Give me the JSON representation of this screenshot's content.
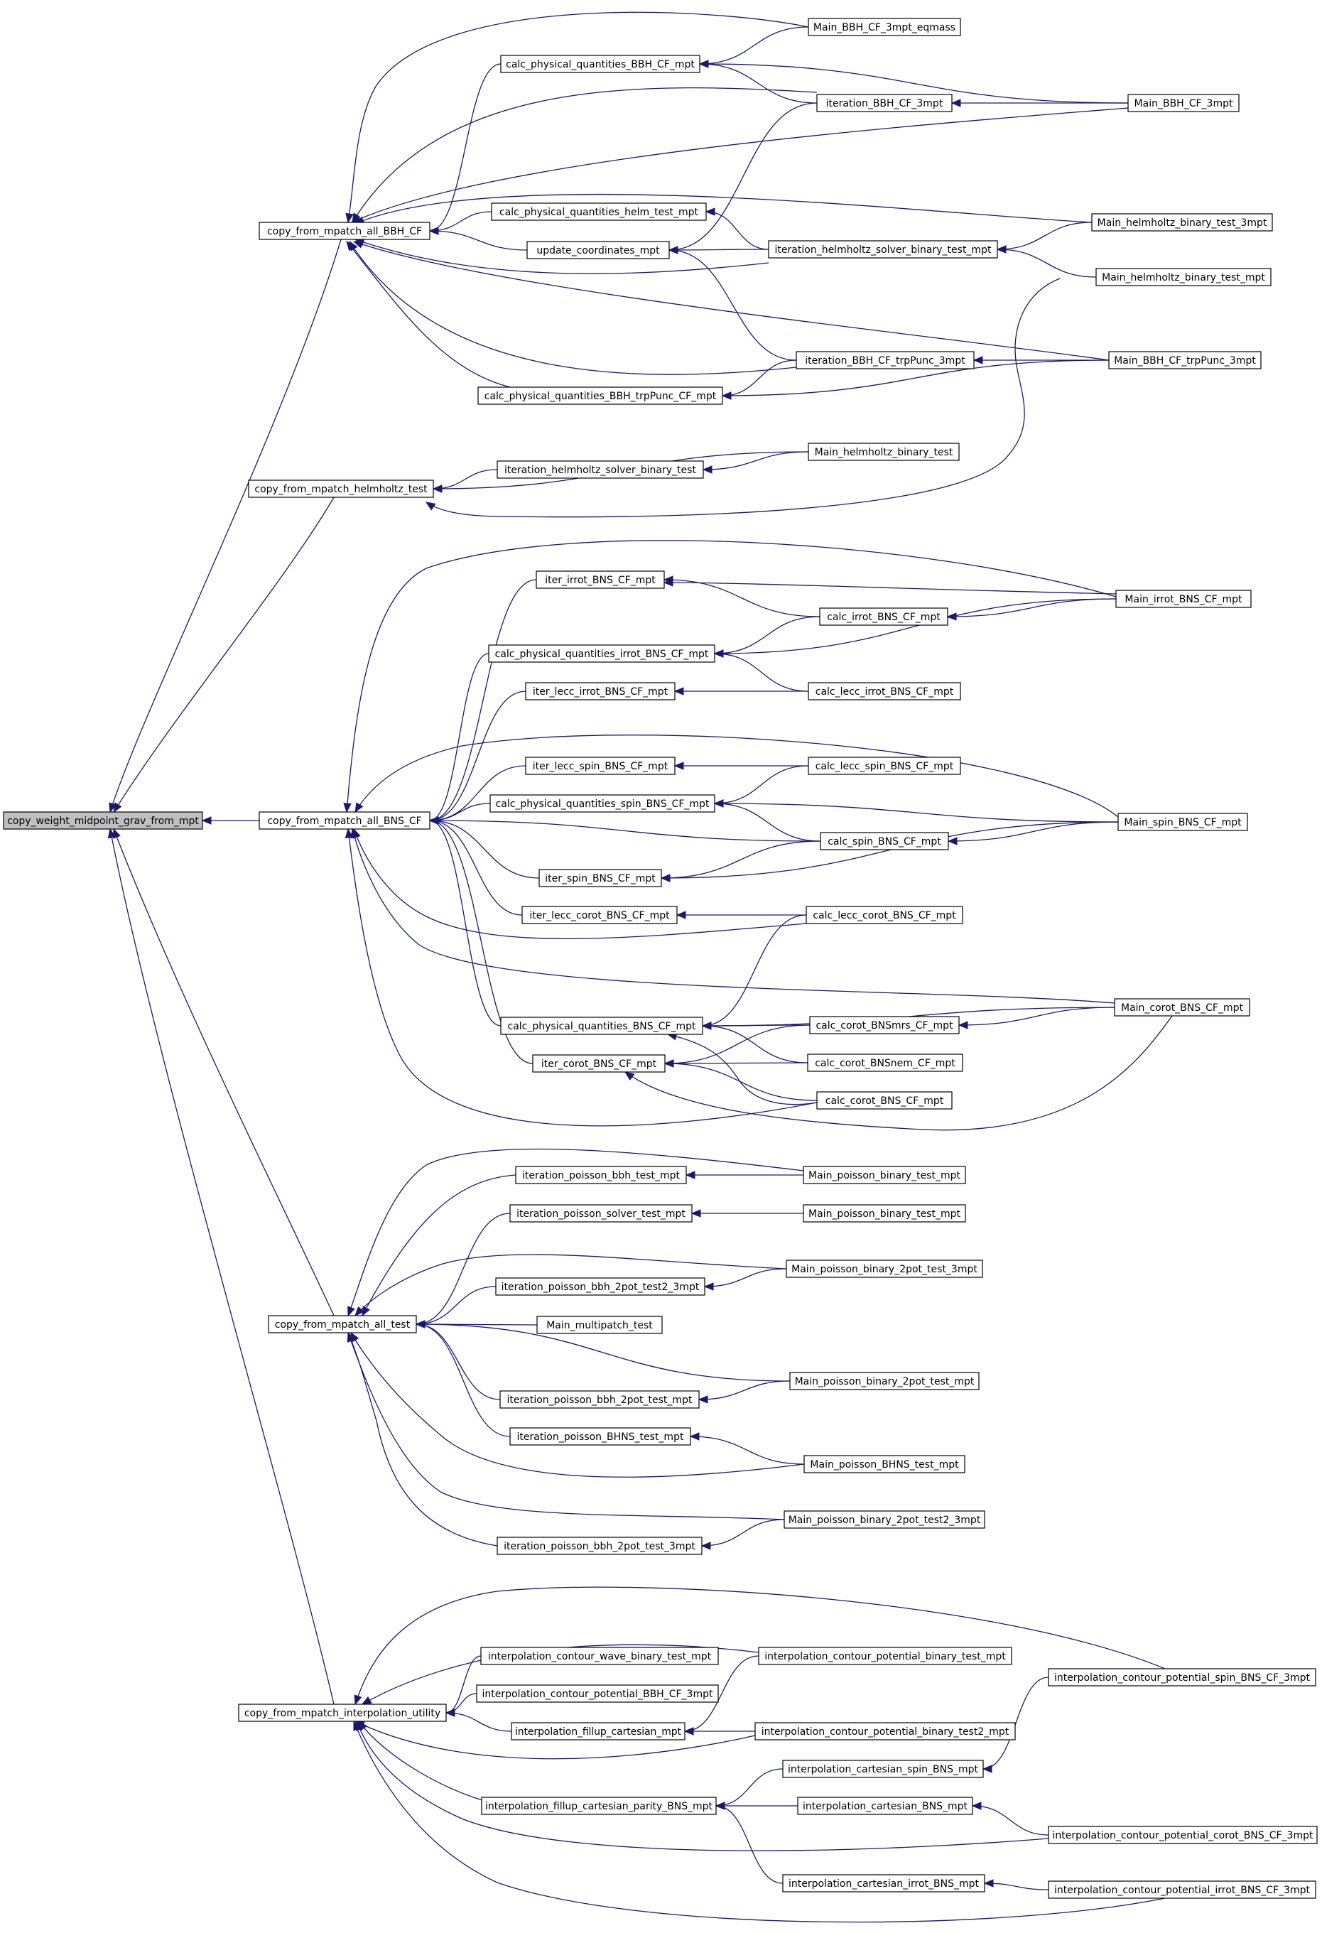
{
  "diagram": {
    "type": "call-graph",
    "orientation": "right-to-left",
    "edge_color": "#191970",
    "root_fill": "#bfbfbf",
    "node_fill": "#ffffff",
    "nodes": [
      {
        "id": "root",
        "label": "copy_weight_midpoint_grav_from_mpt"
      },
      {
        "id": "c_bbh",
        "label": "copy_from_mpatch_all_BBH_CF"
      },
      {
        "id": "c_helm",
        "label": "copy_from_mpatch_helmholtz_test"
      },
      {
        "id": "c_bns",
        "label": "copy_from_mpatch_all_BNS_CF"
      },
      {
        "id": "c_test",
        "label": "copy_from_mpatch_all_test"
      },
      {
        "id": "c_interp",
        "label": "copy_from_mpatch_interpolation_utility"
      },
      {
        "id": "cpq_bbh",
        "label": "calc_physical_quantities_BBH_CF_mpt"
      },
      {
        "id": "cpq_helm",
        "label": "calc_physical_quantities_helm_test_mpt"
      },
      {
        "id": "upd",
        "label": "update_coordinates_mpt"
      },
      {
        "id": "cpq_trp",
        "label": "calc_physical_quantities_BBH_trpPunc_CF_mpt"
      },
      {
        "id": "m_eqmass",
        "label": "Main_BBH_CF_3mpt_eqmass"
      },
      {
        "id": "it_bbh3",
        "label": "iteration_BBH_CF_3mpt"
      },
      {
        "id": "m_bbh3",
        "label": "Main_BBH_CF_3mpt"
      },
      {
        "id": "m_helm3",
        "label": "Main_helmholtz_binary_test_3mpt"
      },
      {
        "id": "it_helm_mpt",
        "label": "iteration_helmholtz_solver_binary_test_mpt"
      },
      {
        "id": "m_helm_mpt",
        "label": "Main_helmholtz_binary_test_mpt"
      },
      {
        "id": "it_trp",
        "label": "iteration_BBH_CF_trpPunc_3mpt"
      },
      {
        "id": "m_trp",
        "label": "Main_BBH_CF_trpPunc_3mpt"
      },
      {
        "id": "it_helm",
        "label": "iteration_helmholtz_solver_binary_test"
      },
      {
        "id": "m_helm",
        "label": "Main_helmholtz_binary_test"
      },
      {
        "id": "iter_irrot",
        "label": "iter_irrot_BNS_CF_mpt"
      },
      {
        "id": "calc_irrot",
        "label": "calc_irrot_BNS_CF_mpt"
      },
      {
        "id": "m_irrot",
        "label": "Main_irrot_BNS_CF_mpt"
      },
      {
        "id": "cpq_irrot",
        "label": "calc_physical_quantities_irrot_BNS_CF_mpt"
      },
      {
        "id": "iter_lecc_irrot",
        "label": "iter_lecc_irrot_BNS_CF_mpt"
      },
      {
        "id": "calc_lecc_irrot",
        "label": "calc_lecc_irrot_BNS_CF_mpt"
      },
      {
        "id": "iter_lecc_spin",
        "label": "iter_lecc_spin_BNS_CF_mpt"
      },
      {
        "id": "calc_lecc_spin",
        "label": "calc_lecc_spin_BNS_CF_mpt"
      },
      {
        "id": "cpq_spin",
        "label": "calc_physical_quantities_spin_BNS_CF_mpt"
      },
      {
        "id": "calc_spin",
        "label": "calc_spin_BNS_CF_mpt"
      },
      {
        "id": "m_spin",
        "label": "Main_spin_BNS_CF_mpt"
      },
      {
        "id": "iter_spin",
        "label": "iter_spin_BNS_CF_mpt"
      },
      {
        "id": "iter_lecc_corot",
        "label": "iter_lecc_corot_BNS_CF_mpt"
      },
      {
        "id": "calc_lecc_corot",
        "label": "calc_lecc_corot_BNS_CF_mpt"
      },
      {
        "id": "cpq_bns",
        "label": "calc_physical_quantities_BNS_CF_mpt"
      },
      {
        "id": "calc_corot_mrs",
        "label": "calc_corot_BNSmrs_CF_mpt"
      },
      {
        "id": "m_corot",
        "label": "Main_corot_BNS_CF_mpt"
      },
      {
        "id": "iter_corot",
        "label": "iter_corot_BNS_CF_mpt"
      },
      {
        "id": "calc_corot_nem",
        "label": "calc_corot_BNSnem_CF_mpt"
      },
      {
        "id": "calc_corot",
        "label": "calc_corot_BNS_CF_mpt"
      },
      {
        "id": "it_pbbh",
        "label": "iteration_poisson_bbh_test_mpt"
      },
      {
        "id": "m_pbin_a",
        "label": "Main_poisson_binary_test_mpt"
      },
      {
        "id": "it_psolver",
        "label": "iteration_poisson_solver_test_mpt"
      },
      {
        "id": "m_pbin_b",
        "label": "Main_poisson_binary_test_mpt"
      },
      {
        "id": "m_p2pot3",
        "label": "Main_poisson_binary_2pot_test_3mpt"
      },
      {
        "id": "it_p2pot_t2_3",
        "label": "iteration_poisson_bbh_2pot_test2_3mpt"
      },
      {
        "id": "m_multi",
        "label": "Main_multipatch_test"
      },
      {
        "id": "m_p2pot",
        "label": "Main_poisson_binary_2pot_test_mpt"
      },
      {
        "id": "it_p2pot",
        "label": "iteration_poisson_bbh_2pot_test_mpt"
      },
      {
        "id": "it_pbhns",
        "label": "iteration_poisson_BHNS_test_mpt"
      },
      {
        "id": "m_pbhns",
        "label": "Main_poisson_BHNS_test_mpt"
      },
      {
        "id": "m_p2pot_t2_3",
        "label": "Main_poisson_binary_2pot_test2_3mpt"
      },
      {
        "id": "it_p2pot3",
        "label": "iteration_poisson_bbh_2pot_test_3mpt"
      },
      {
        "id": "icw",
        "label": "interpolation_contour_wave_binary_test_mpt"
      },
      {
        "id": "icp_bin",
        "label": "interpolation_contour_potential_binary_test_mpt"
      },
      {
        "id": "icp_spin",
        "label": "interpolation_contour_potential_spin_BNS_CF_3mpt"
      },
      {
        "id": "icp_bbh",
        "label": "interpolation_contour_potential_BBH_CF_3mpt"
      },
      {
        "id": "ifc",
        "label": "interpolation_fillup_cartesian_mpt"
      },
      {
        "id": "icp_bin2",
        "label": "interpolation_contour_potential_binary_test2_mpt"
      },
      {
        "id": "ic_spin",
        "label": "interpolation_cartesian_spin_BNS_mpt"
      },
      {
        "id": "ifcp",
        "label": "interpolation_fillup_cartesian_parity_BNS_mpt"
      },
      {
        "id": "ic_bns",
        "label": "interpolation_cartesian_BNS_mpt"
      },
      {
        "id": "icp_corot",
        "label": "interpolation_contour_potential_corot_BNS_CF_3mpt"
      },
      {
        "id": "ic_irrot",
        "label": "interpolation_cartesian_irrot_BNS_mpt"
      },
      {
        "id": "icp_irrot",
        "label": "interpolation_contour_potential_irrot_BNS_CF_3mpt"
      }
    ],
    "edges": [
      [
        "c_bbh",
        "root"
      ],
      [
        "c_helm",
        "root"
      ],
      [
        "c_bns",
        "root"
      ],
      [
        "c_test",
        "root"
      ],
      [
        "c_interp",
        "root"
      ],
      [
        "cpq_bbh",
        "c_bbh"
      ],
      [
        "cpq_helm",
        "c_bbh"
      ],
      [
        "upd",
        "c_bbh"
      ],
      [
        "cpq_trp",
        "c_bbh"
      ],
      [
        "m_eqmass",
        "c_bbh"
      ],
      [
        "it_bbh3",
        "c_bbh"
      ],
      [
        "m_bbh3",
        "c_bbh"
      ],
      [
        "m_helm3",
        "c_bbh"
      ],
      [
        "it_helm_mpt",
        "c_bbh"
      ],
      [
        "m_trp",
        "c_bbh"
      ],
      [
        "it_trp",
        "c_bbh"
      ],
      [
        "m_eqmass",
        "cpq_bbh"
      ],
      [
        "it_bbh3",
        "cpq_bbh"
      ],
      [
        "m_bbh3",
        "cpq_bbh"
      ],
      [
        "m_bbh3",
        "it_bbh3"
      ],
      [
        "it_helm_mpt",
        "cpq_helm"
      ],
      [
        "it_bbh3",
        "upd"
      ],
      [
        "it_helm_mpt",
        "upd"
      ],
      [
        "it_trp",
        "upd"
      ],
      [
        "m_helm3",
        "it_helm_mpt"
      ],
      [
        "m_helm_mpt",
        "it_helm_mpt"
      ],
      [
        "m_trp",
        "it_trp"
      ],
      [
        "it_trp",
        "cpq_trp"
      ],
      [
        "m_trp",
        "cpq_trp"
      ],
      [
        "it_helm",
        "c_helm"
      ],
      [
        "m_helm",
        "c_helm"
      ],
      [
        "m_helm",
        "it_helm"
      ],
      [
        "m_helm_mpt",
        "c_helm"
      ],
      [
        "iter_irrot",
        "c_bns"
      ],
      [
        "m_irrot",
        "c_bns"
      ],
      [
        "cpq_irrot",
        "c_bns"
      ],
      [
        "iter_lecc_irrot",
        "c_bns"
      ],
      [
        "m_spin",
        "c_bns"
      ],
      [
        "iter_lecc_spin",
        "c_bns"
      ],
      [
        "cpq_spin",
        "c_bns"
      ],
      [
        "calc_spin",
        "c_bns"
      ],
      [
        "iter_spin",
        "c_bns"
      ],
      [
        "iter_lecc_corot",
        "c_bns"
      ],
      [
        "calc_lecc_corot",
        "c_bns"
      ],
      [
        "m_corot",
        "c_bns"
      ],
      [
        "cpq_bns",
        "c_bns"
      ],
      [
        "iter_corot",
        "c_bns"
      ],
      [
        "calc_corot",
        "c_bns"
      ],
      [
        "m_irrot",
        "iter_irrot"
      ],
      [
        "calc_irrot",
        "iter_irrot"
      ],
      [
        "m_irrot",
        "calc_irrot"
      ],
      [
        "calc_irrot",
        "cpq_irrot"
      ],
      [
        "m_irrot",
        "cpq_irrot"
      ],
      [
        "calc_lecc_irrot",
        "cpq_irrot"
      ],
      [
        "calc_lecc_irrot",
        "iter_lecc_irrot"
      ],
      [
        "calc_lecc_spin",
        "iter_lecc_spin"
      ],
      [
        "calc_lecc_spin",
        "cpq_spin"
      ],
      [
        "calc_spin",
        "cpq_spin"
      ],
      [
        "m_spin",
        "cpq_spin"
      ],
      [
        "m_spin",
        "calc_spin"
      ],
      [
        "calc_spin",
        "iter_spin"
      ],
      [
        "m_spin",
        "iter_spin"
      ],
      [
        "calc_lecc_corot",
        "iter_lecc_corot"
      ],
      [
        "calc_lecc_corot",
        "cpq_bns"
      ],
      [
        "calc_corot_mrs",
        "cpq_bns"
      ],
      [
        "m_corot",
        "cpq_bns"
      ],
      [
        "m_corot",
        "calc_corot_mrs"
      ],
      [
        "calc_corot_nem",
        "cpq_bns"
      ],
      [
        "calc_corot",
        "cpq_bns"
      ],
      [
        "calc_corot_mrs",
        "iter_corot"
      ],
      [
        "calc_corot_nem",
        "iter_corot"
      ],
      [
        "calc_corot",
        "iter_corot"
      ],
      [
        "m_corot",
        "iter_corot"
      ],
      [
        "it_pbbh",
        "c_test"
      ],
      [
        "m_pbin_a",
        "c_test"
      ],
      [
        "it_psolver",
        "c_test"
      ],
      [
        "m_p2pot3",
        "c_test"
      ],
      [
        "it_p2pot_t2_3",
        "c_test"
      ],
      [
        "m_multi",
        "c_test"
      ],
      [
        "m_p2pot",
        "c_test"
      ],
      [
        "it_p2pot",
        "c_test"
      ],
      [
        "it_pbhns",
        "c_test"
      ],
      [
        "m_pbhns",
        "c_test"
      ],
      [
        "m_p2pot_t2_3",
        "c_test"
      ],
      [
        "it_p2pot3",
        "c_test"
      ],
      [
        "m_pbin_a",
        "it_pbbh"
      ],
      [
        "m_pbin_b",
        "it_psolver"
      ],
      [
        "m_p2pot3",
        "it_p2pot_t2_3"
      ],
      [
        "m_p2pot",
        "it_p2pot"
      ],
      [
        "m_pbhns",
        "it_pbhns"
      ],
      [
        "m_p2pot_t2_3",
        "it_p2pot3"
      ],
      [
        "icp_spin",
        "c_interp"
      ],
      [
        "icp_bin",
        "c_interp"
      ],
      [
        "icw",
        "c_interp"
      ],
      [
        "icp_bbh",
        "c_interp"
      ],
      [
        "ifc",
        "c_interp"
      ],
      [
        "icp_bin2",
        "c_interp"
      ],
      [
        "ifcp",
        "c_interp"
      ],
      [
        "icp_corot",
        "c_interp"
      ],
      [
        "icp_irrot",
        "c_interp"
      ],
      [
        "icp_bin",
        "ifc"
      ],
      [
        "icp_bin2",
        "ifc"
      ],
      [
        "ic_spin",
        "ifcp"
      ],
      [
        "ic_bns",
        "ifcp"
      ],
      [
        "ic_irrot",
        "ifcp"
      ],
      [
        "icp_spin",
        "ic_spin"
      ],
      [
        "icp_corot",
        "ic_bns"
      ],
      [
        "icp_irrot",
        "ic_irrot"
      ]
    ]
  }
}
